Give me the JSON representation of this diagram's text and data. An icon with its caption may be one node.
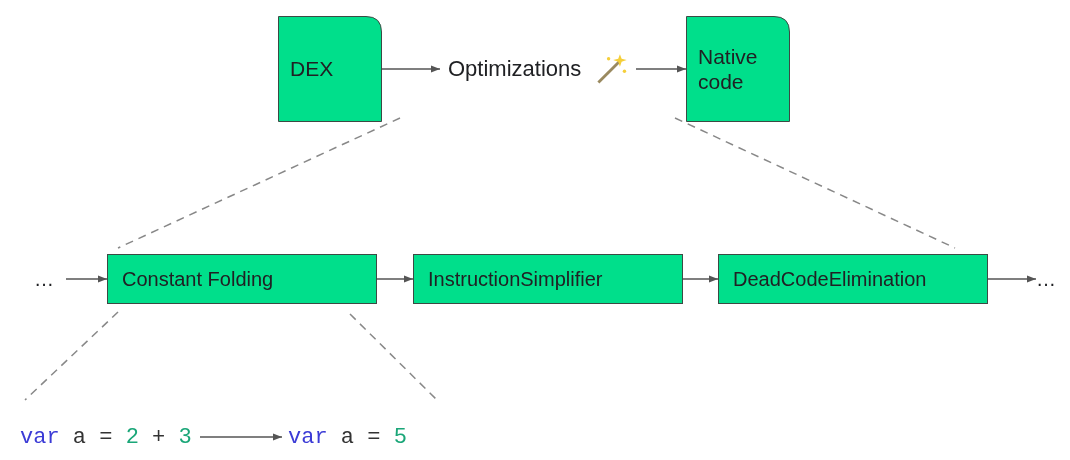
{
  "diagram": {
    "nodes": [
      {
        "text": [
          "DEX"
        ]
      },
      {
        "text": [
          "Optimizations"
        ]
      },
      {
        "text": [
          "Native code"
        ]
      },
      {
        "text": [
          "…"
        ]
      },
      {
        "text": [
          "Constant Folding"
        ]
      },
      {
        "text": [
          "InstructionSimplifier"
        ]
      },
      {
        "text": [
          "DeadCodeElimination"
        ]
      },
      {
        "text": [
          "…"
        ]
      },
      {
        "text": [
          "var a = 2 + 3"
        ]
      },
      {
        "text": [
          "var a = 5"
        ]
      }
    ],
    "edges": [
      {
        "from": 0,
        "to": 1,
        "arrow": "to"
      },
      {
        "from": 1,
        "to": 2,
        "arrow": "to"
      },
      {
        "from": 3,
        "to": 4,
        "arrow": "to"
      },
      {
        "from": 4,
        "to": 5,
        "arrow": "to"
      },
      {
        "from": 5,
        "to": 6,
        "arrow": "to"
      },
      {
        "from": 6,
        "to": 7,
        "arrow": "to"
      },
      {
        "from": 8,
        "to": 9,
        "arrow": "to"
      }
    ]
  }
}
